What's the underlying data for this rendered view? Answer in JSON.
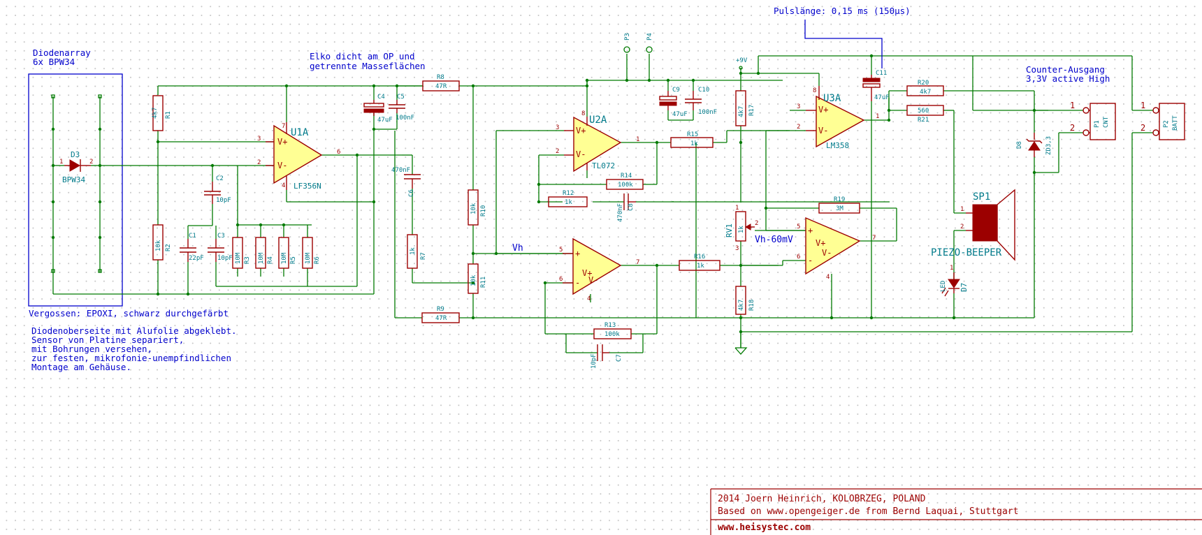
{
  "notes": {
    "diode_array": [
      "Diodenarray",
      "6x BPW34"
    ],
    "elko": [
      "Elko dicht am OP und",
      "getrennte Masseflächen"
    ],
    "pulse_length": "Pulslänge: 0,15 ms (150µs)",
    "counter_out": [
      "Counter-Ausgang",
      "3,3V active High"
    ],
    "potting": "Vergossen: EPOXI, schwarz durchgefärbt",
    "mounting": [
      "Diodenoberseite mit Alufolie abgeklebt.",
      "Sensor von Platine separiert,",
      "mit Bohrungen versehen,",
      "zur festen, mikrofonie-unempfindlichen",
      "Montage am Gehäuse."
    ]
  },
  "nets": {
    "vh": "Vh",
    "vh60": "Vh-60mV",
    "vcc": "+9V",
    "p3": "P3",
    "p4": "P4"
  },
  "components": {
    "d3": {
      "ref": "D3",
      "value": "BPW34"
    },
    "u1a": {
      "ref": "U1A",
      "value": "LF356N"
    },
    "u2a": {
      "ref": "U2A",
      "value": "TL072"
    },
    "u3a": {
      "ref": "U3A",
      "value": "LM358"
    },
    "r1": {
      "ref": "R1",
      "value": "4k7"
    },
    "r2": {
      "ref": "R2",
      "value": "10k"
    },
    "r3": {
      "ref": "R3",
      "value": "10M"
    },
    "r4": {
      "ref": "R4",
      "value": "10M"
    },
    "r5": {
      "ref": "R5",
      "value": "10M"
    },
    "r6": {
      "ref": "R6",
      "value": "10M"
    },
    "c1": {
      "ref": "C1",
      "value": "22pF"
    },
    "c2": {
      "ref": "C2",
      "value": "10pF"
    },
    "c3": {
      "ref": "C3",
      "value": "10pF"
    },
    "c4": {
      "ref": "C4",
      "value": "47uF"
    },
    "c5": {
      "ref": "C5",
      "value": "100nF"
    },
    "c6": {
      "ref": "C6",
      "value": "470nF"
    },
    "r7": {
      "ref": "R7",
      "value": "1k"
    },
    "r8": {
      "ref": "R8",
      "value": "47R"
    },
    "r9": {
      "ref": "R9",
      "value": "47R"
    },
    "r10": {
      "ref": "R10",
      "value": "10k"
    },
    "r11": {
      "ref": "R11",
      "value": "10k"
    },
    "r12": {
      "ref": "R12",
      "value": "1k"
    },
    "r13": {
      "ref": "R13",
      "value": "100k"
    },
    "r14": {
      "ref": "R14",
      "value": "100k"
    },
    "r15": {
      "ref": "R15",
      "value": "1k"
    },
    "r16": {
      "ref": "R16",
      "value": "1k"
    },
    "r17": {
      "ref": "R17",
      "value": "4k7"
    },
    "r18": {
      "ref": "R18",
      "value": "4k7"
    },
    "r19": {
      "ref": "R19",
      "value": "3M"
    },
    "r20": {
      "ref": "R20",
      "value": "4k7"
    },
    "r21": {
      "ref": "R21",
      "value": "560"
    },
    "c7": {
      "ref": "C7",
      "value": "10pF"
    },
    "c8": {
      "ref": "C8",
      "value": "470nF"
    },
    "c9": {
      "ref": "C9",
      "value": "47uF"
    },
    "c10": {
      "ref": "C10",
      "value": "100nF"
    },
    "c11": {
      "ref": "C11",
      "value": "47uF"
    },
    "rv1": {
      "ref": "RV1",
      "value": "1k"
    },
    "sp1": {
      "ref": "SP1",
      "value": "PIEZO-BEEPER"
    },
    "d7": {
      "ref": "D7",
      "value": "LED"
    },
    "d8": {
      "ref": "D8",
      "value": "ZD3,3"
    },
    "p1": {
      "ref": "P1",
      "value": "CNT"
    },
    "p2": {
      "ref": "P2",
      "value": "BATT"
    }
  },
  "title_block": {
    "line1": "2014 Joern Heinrich, KOLOBRZEG, POLAND",
    "line2": "Based on www.opengeiger.de from Bernd Laquai, Stuttgart",
    "line3": "www.heisystec.com"
  },
  "colors": {
    "wire": "#007a00",
    "component": "#9c0000",
    "reference": "#007a8a",
    "note": "#0000cc",
    "opamp_fill": "#ffff94"
  }
}
